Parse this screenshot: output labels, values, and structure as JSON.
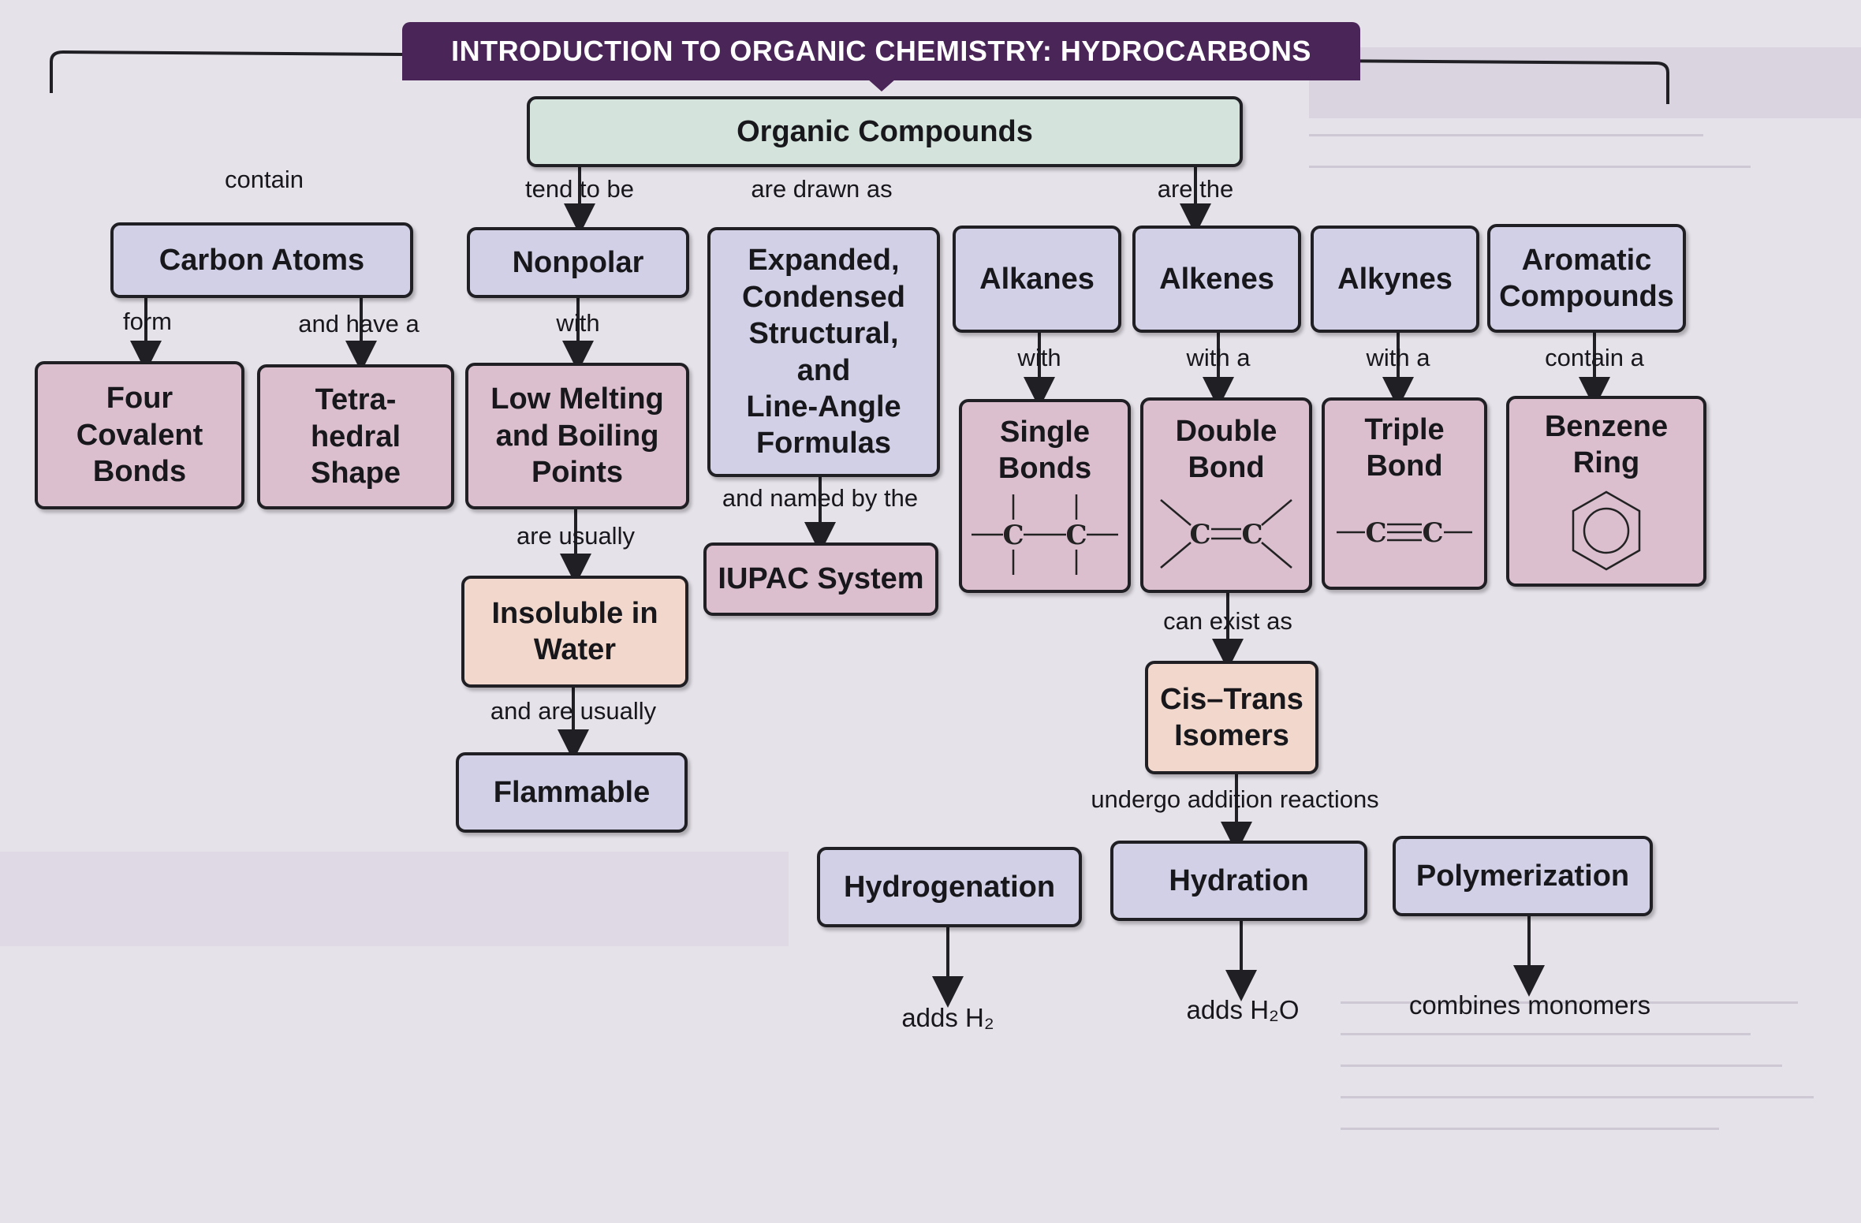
{
  "title": "INTRODUCTION TO ORGANIC CHEMISTRY: HYDROCARBONS",
  "nodes": {
    "organic_compounds": "Organic Compounds",
    "carbon_atoms": "Carbon Atoms",
    "nonpolar": "Nonpolar",
    "formulas": [
      "Expanded,",
      "Condensed",
      "Structural,",
      "and",
      "Line-Angle",
      "Formulas"
    ],
    "alkanes": "Alkanes",
    "alkenes": "Alkenes",
    "alkynes": "Alkynes",
    "aromatic": [
      "Aromatic",
      "Compounds"
    ],
    "four_bonds": [
      "Four",
      "Covalent",
      "Bonds"
    ],
    "tetrahedral": [
      "Tetra-",
      "hedral",
      "Shape"
    ],
    "low_melting": [
      "Low Melting",
      "and Boiling",
      "Points"
    ],
    "iupac": "IUPAC System",
    "single_bonds": [
      "Single",
      "Bonds"
    ],
    "double_bond": [
      "Double",
      "Bond"
    ],
    "triple_bond": [
      "Triple",
      "Bond"
    ],
    "benzene": [
      "Benzene",
      "Ring"
    ],
    "insoluble": [
      "Insoluble in",
      "Water"
    ],
    "flammable": "Flammable",
    "cis_trans": [
      "Cis–Trans",
      "Isomers"
    ],
    "hydrogenation": "Hydrogenation",
    "hydration": "Hydration",
    "polymerization": "Polymerization"
  },
  "structures": {
    "single": "—C—C—",
    "double": "C═C",
    "triple": "—C≡C—"
  },
  "links": {
    "contain": "contain",
    "tend_to_be": "tend to be",
    "are_drawn_as": "are drawn as",
    "are_the": "are the",
    "form": "form",
    "and_have_a": "and have a",
    "with_nonpolar": "with",
    "named_by": "and named by the",
    "with_alkanes": "with",
    "with_a_alkenes": "with a",
    "with_a_alkynes": "with a",
    "contain_a": "contain a",
    "are_usually": "are usually",
    "and_are_usually": "and are usually",
    "can_exist_as": "can exist as",
    "undergo": "undergo addition reactions"
  },
  "captions": {
    "adds_h2": "adds H₂",
    "adds_h2o": "adds H₂O",
    "combines": "combines monomers"
  },
  "colors": {
    "banner": "#4a2558",
    "blue_box": "#d1d0e6",
    "pink_box": "#dbbfcf",
    "green_box": "#d4e4dc",
    "peach_box": "#f2d8cc"
  }
}
